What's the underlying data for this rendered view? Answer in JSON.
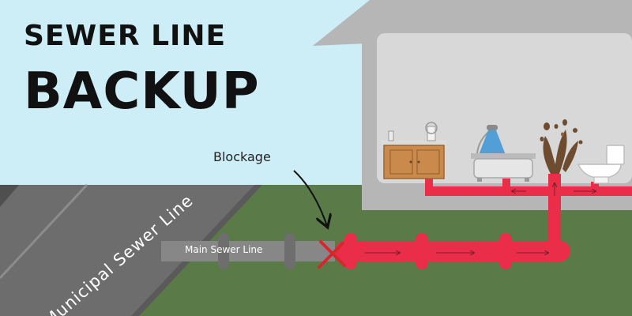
{
  "title": {
    "line1": "SEWER LINE",
    "line2": "BACKUP"
  },
  "labels": {
    "blockage": "Blockage",
    "main_sewer_line": "Main Sewer Line",
    "municipal_sewer_line": "Municipal Sewer Line"
  },
  "colors": {
    "sky": "#cdeef6",
    "grass": "#5a7a47",
    "road": "#6d6d6d",
    "house_outer": "#b6b6b6",
    "house_inner": "#d8d8d8",
    "pipe_gray": "#878787",
    "pipe_red": "#ea2e4a",
    "blockage_x": "#d9262c",
    "sewage_brown": "#6e4c30",
    "cabinet": "#c98a4c",
    "bathtub_water": "#4b9bd6"
  },
  "icons": [
    "sink-cabinet-icon",
    "bathtub-icon",
    "toilet-icon",
    "sewage-spray-icon",
    "blockage-x-icon",
    "flow-arrow-icon",
    "pointer-arrow-icon"
  ]
}
